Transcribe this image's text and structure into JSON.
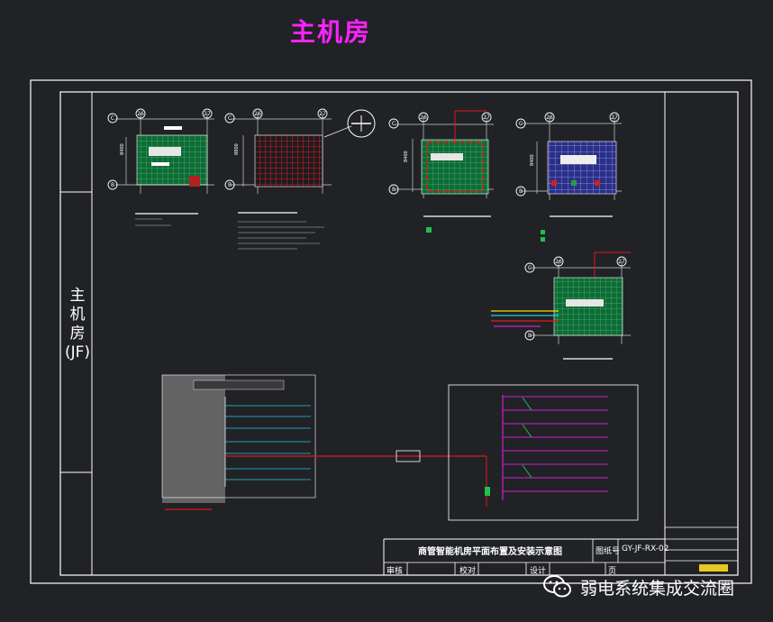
{
  "page_title": "主机房",
  "side_label_chars": [
    "主",
    "机",
    "房",
    "(JF)"
  ],
  "title_block": {
    "drawing_title": "商管智能机房平面布置及安装示意图",
    "drawing_no_label": "图纸号",
    "drawing_no": "GY-JF-RX-02",
    "row_labels": [
      "审核",
      "校对",
      "设计",
      "页"
    ]
  },
  "grid_markers": {
    "row_c": "C",
    "row_b": "B",
    "col_26": "26",
    "col_27": "27",
    "dim_a": "8400",
    "dim_b": "8800"
  },
  "watermark": {
    "icon": "wechat-icon",
    "text": "弱电系统集成交流圈"
  },
  "colors": {
    "background": "#202226",
    "title": "#ff22ff",
    "frame": "#ffffff",
    "room_green": "#0e7a3e",
    "grid_red": "#e01818",
    "cable_magenta": "#d020d0",
    "accent_cyan": "#27c9e0",
    "accent_yellow": "#f2e300"
  }
}
